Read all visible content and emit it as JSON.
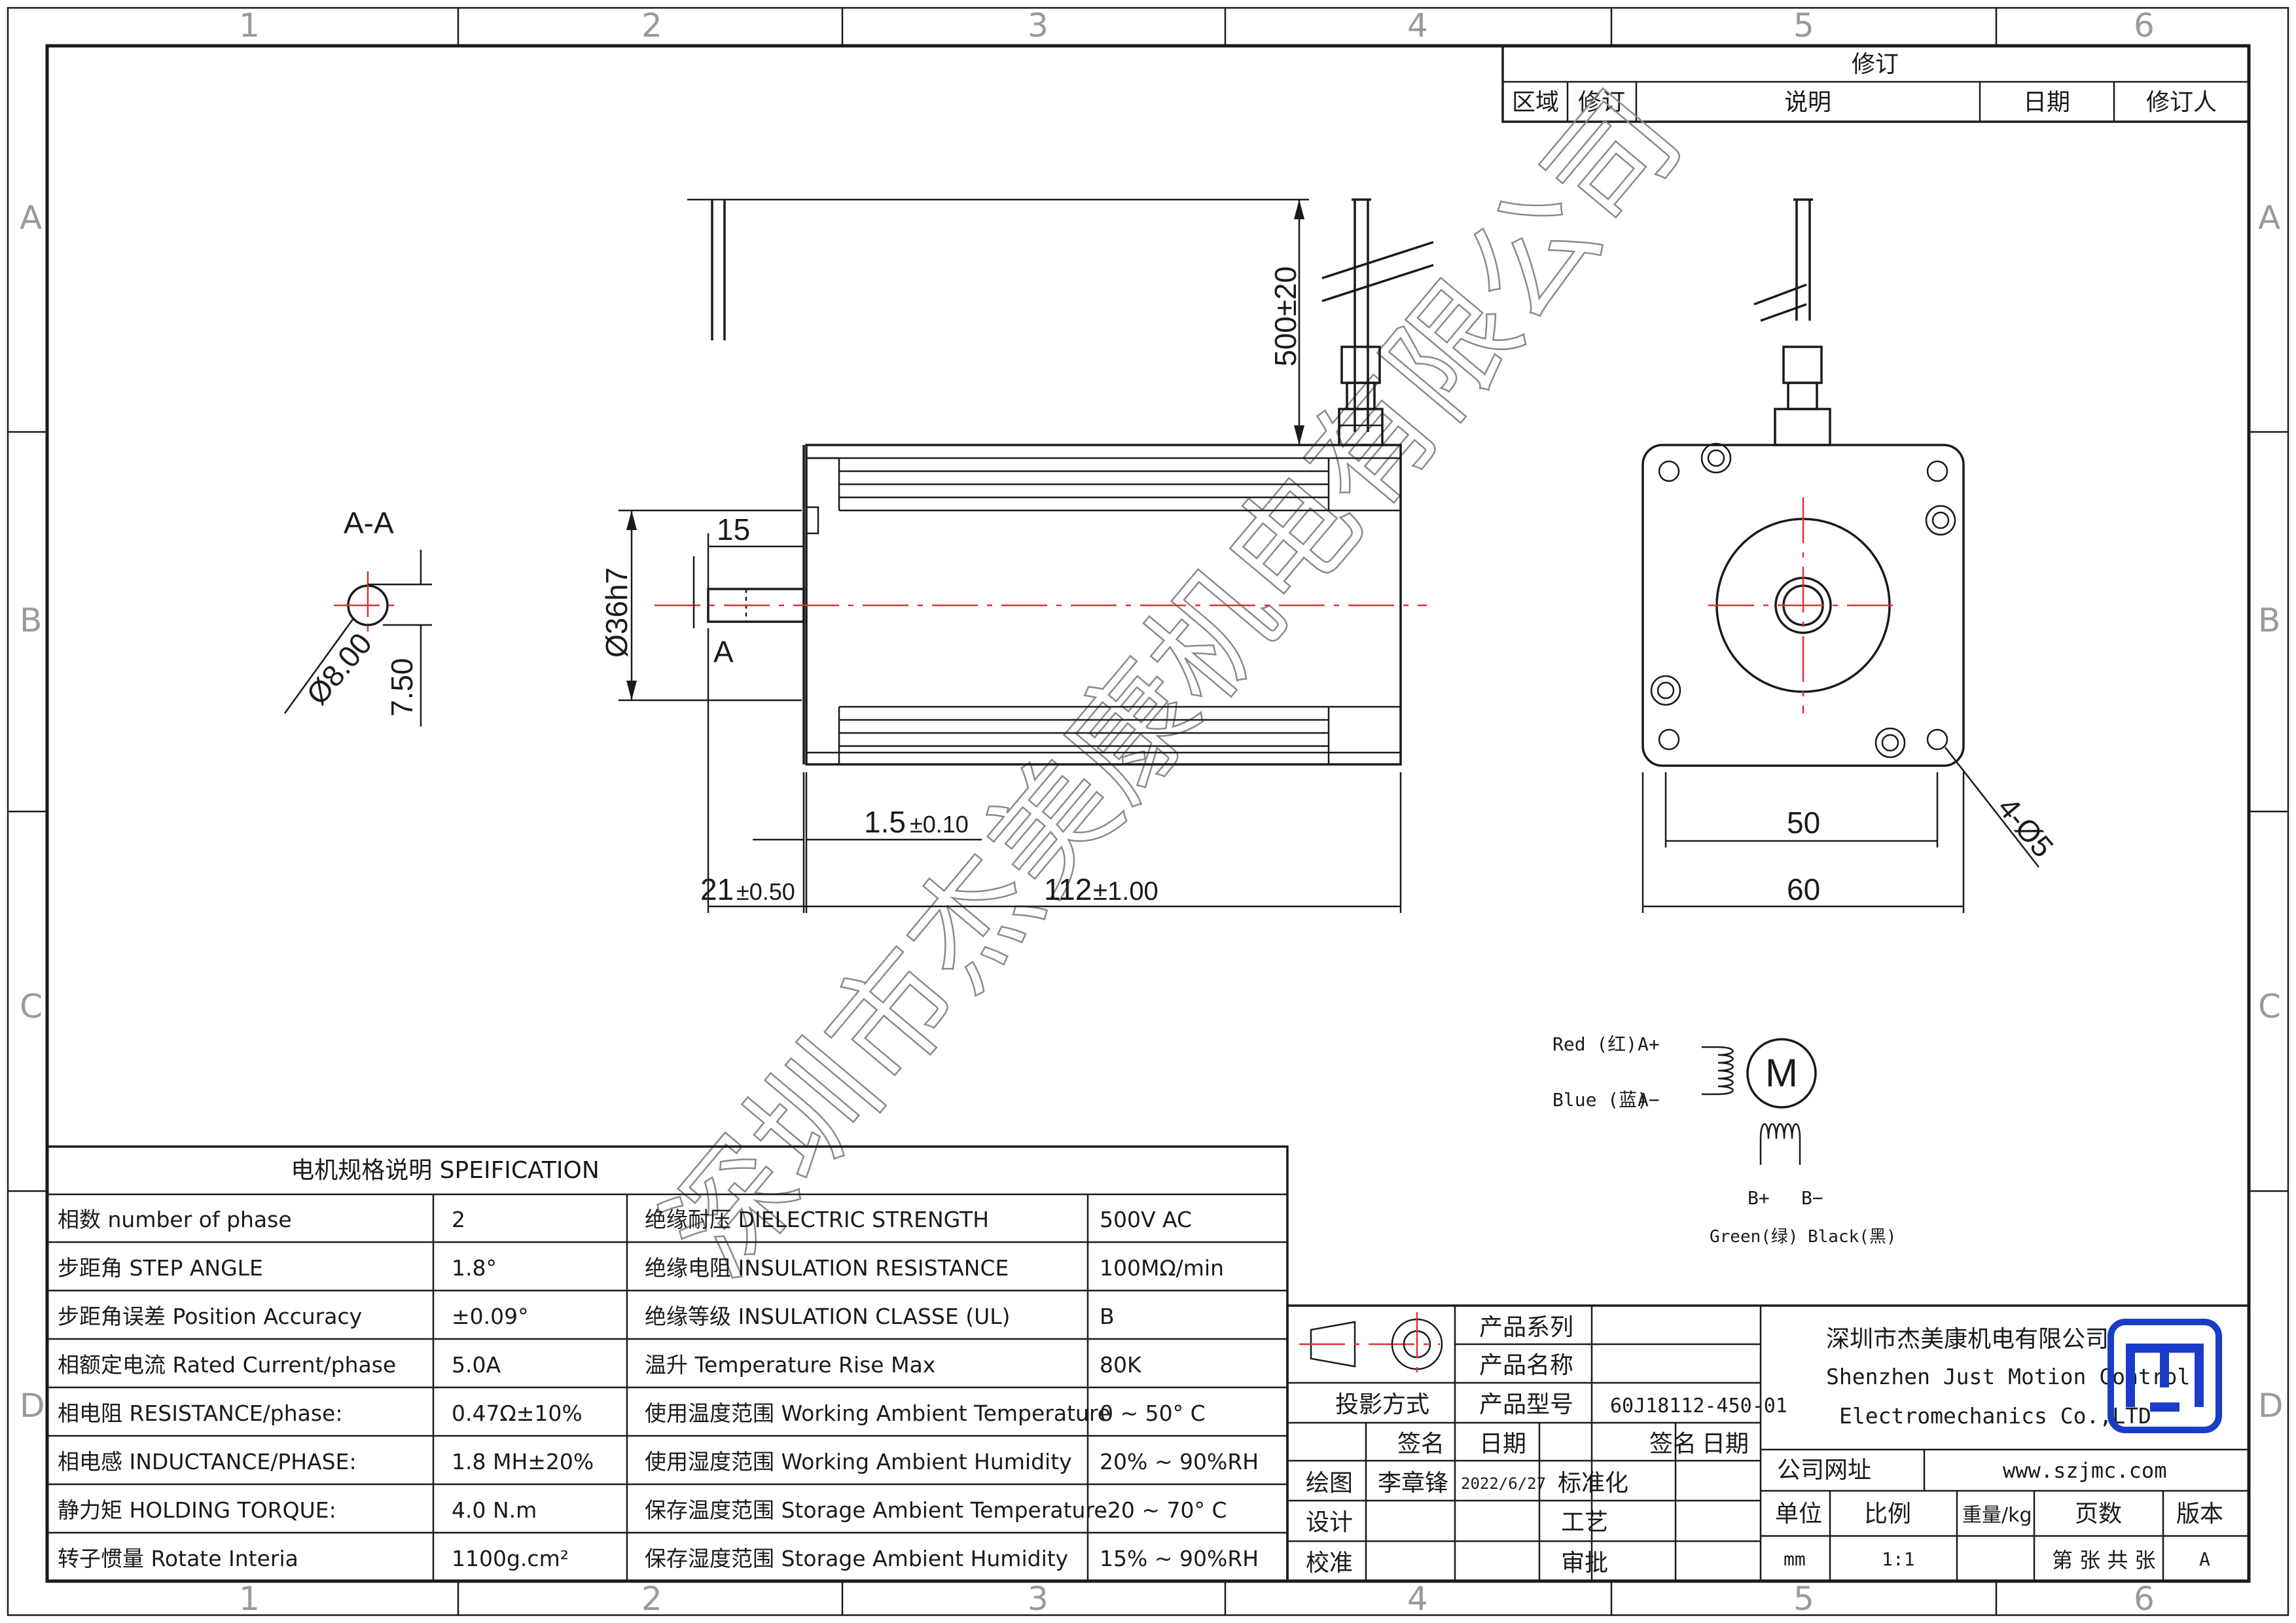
{
  "zones": {
    "columns": [
      "1",
      "2",
      "3",
      "4",
      "5",
      "6"
    ],
    "rows": [
      "A",
      "B",
      "C",
      "D"
    ]
  },
  "revision_table": {
    "title": "修订",
    "headers": [
      "区域",
      "修订",
      "说明",
      "日期",
      "修订人"
    ]
  },
  "watermark": "深圳市杰美康机电有限公司",
  "section_view": {
    "label": "A-A",
    "dims": [
      "Ø8.00",
      "7.50"
    ]
  },
  "side_view": {
    "dims": {
      "cable_length": "500±20",
      "shaft_diameter": "Ø36h7",
      "flat_length": "15",
      "section_marker": "A",
      "flange": "1.5",
      "flange_tol": "±0.10",
      "shaft_length": "21",
      "shaft_tol": "±0.50",
      "body_length": "112",
      "body_tol": "±1.00"
    }
  },
  "front_view": {
    "dims": {
      "hole_spacing": "50",
      "flange_width": "60",
      "holes": "4-Ø5"
    }
  },
  "wiring": {
    "motor_symbol": "M",
    "red_label": "Red (红)",
    "a_plus": "A+",
    "blue_label": "Blue (蓝)",
    "a_minus": "A−",
    "b_plus": "B+",
    "b_minus": "B−",
    "green_label": "Green(绿)",
    "black_label": "Black(黑)"
  },
  "spec_table": {
    "title": "电机规格说明 SPEIFICATION",
    "rows": [
      {
        "p1": "相数 number of phase",
        "v1": "2",
        "p2": "绝缘耐压 DIELECTRIC STRENGTH",
        "v2": "500V AC"
      },
      {
        "p1": "步距角 STEP ANGLE",
        "v1": "1.8°",
        "p2": "绝缘电阻 INSULATION RESISTANCE",
        "v2": "100MΩ/min"
      },
      {
        "p1": "步距角误差 Position Accuracy",
        "v1": "±0.09°",
        "p2": "绝缘等级 INSULATION CLASSE (UL)",
        "v2": "B"
      },
      {
        "p1": "相额定电流 Rated Current/phase",
        "v1": "5.0A",
        "p2": "温升 Temperature Rise Max",
        "v2": "80K"
      },
      {
        "p1": "相电阻 RESISTANCE/phase:",
        "v1": "0.47Ω±10%",
        "p2": "使用温度范围 Working Ambient Temperature",
        "v2": "0 ~ 50° C"
      },
      {
        "p1": "相电感 INDUCTANCE/PHASE:",
        "v1": "1.8 MH±20%",
        "p2": "使用湿度范围 Working Ambient Humidity",
        "v2": "20% ~ 90%RH"
      },
      {
        "p1": "静力矩 HOLDING TORQUE:",
        "v1": "4.0 N.m",
        "p2": "保存温度范围 Storage Ambient Temperature",
        "v2": "-20 ~ 70° C"
      },
      {
        "p1": "转子惯量 Rotate Interia",
        "v1": "1100g.cm²",
        "p2": "保存湿度范围 Storage Ambient Humidity",
        "v2": "15% ~ 90%RH"
      }
    ]
  },
  "title_block": {
    "product_series": "产品系列",
    "product_name": "产品名称",
    "product_model_label": "产品型号",
    "product_model": "60J18112-450-01",
    "projection": "投影方式",
    "sign": "签名",
    "date": "日期",
    "sign2": "签名",
    "date2": "日期",
    "draw": "绘图",
    "drawer": "李章锋",
    "draw_date": "2022/6/27",
    "standard": "标准化",
    "design": "设计",
    "process": "工艺",
    "check": "校准",
    "approve": "审批",
    "company_zh": "深圳市杰美康机电有限公司",
    "company_en1": "Shenzhen Just Motion Control",
    "company_en2": "Electromechanics Co.,LTD",
    "website_label": "公司网址",
    "website": "www.szjmc.com",
    "unit_label": "单位",
    "scale_label": "比例",
    "weight_label": "重量/kg",
    "pages_label": "页数",
    "version_label": "版本",
    "unit": "mm",
    "scale": "1:1",
    "pages": "第 张 共 张",
    "version": "A"
  },
  "colors": {
    "line": "#1a1a1a",
    "centerline": "#e03030",
    "logo_blue": "#1a3cc8"
  }
}
